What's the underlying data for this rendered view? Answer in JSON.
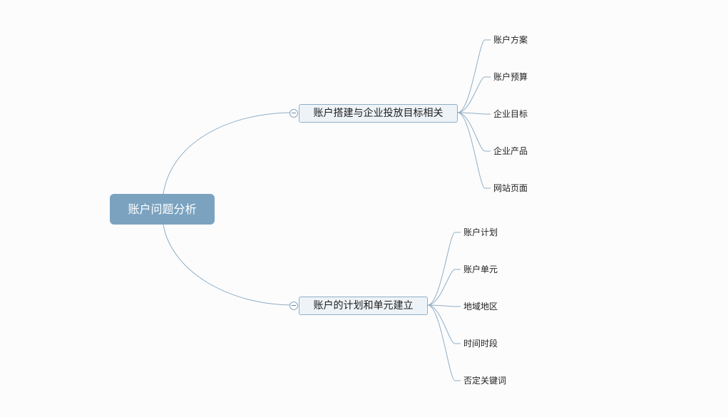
{
  "mindmap": {
    "root": "账户问题分析",
    "branches": [
      {
        "label": "账户搭建与企业投放目标相关",
        "children": [
          "账户方案",
          "账户预算",
          "企业目标",
          "企业产品",
          "网站页面"
        ]
      },
      {
        "label": "账户的计划和单元建立",
        "children": [
          "账户计划",
          "账户单元",
          "地域地区",
          "时间时段",
          "否定关键词"
        ]
      }
    ]
  },
  "colors": {
    "background": "#fcfcfd",
    "root_fill": "#7ba3c0",
    "branch_fill": "#eef3f7",
    "branch_border": "#8fb0c8",
    "connector": "#90aec4"
  }
}
